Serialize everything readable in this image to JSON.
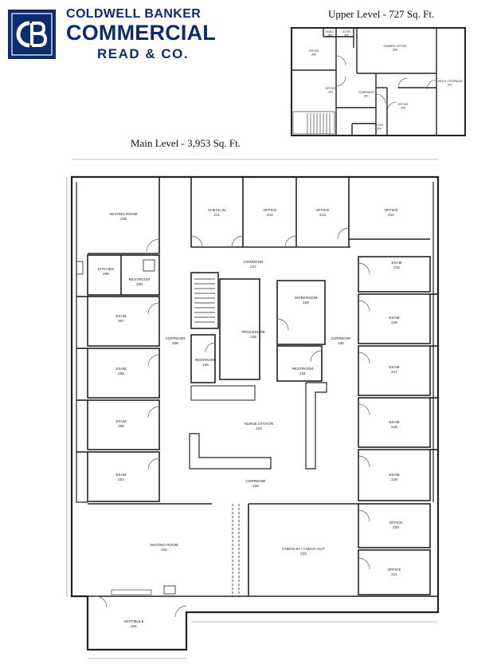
{
  "brand": {
    "line1": "COLDWELL BANKER",
    "line2": "COMMERCIAL",
    "line3": "READ & CO.",
    "colors": {
      "navy": "#0d2c6c",
      "white": "#ffffff"
    },
    "logo_icon": "cb-monogram-icon"
  },
  "upper_level": {
    "title": "Upper Level - 727 Sq. Ft.",
    "rooms": [
      {
        "name": "HVAC",
        "num": "304"
      },
      {
        "name": "STOR",
        "num": "305"
      },
      {
        "name": "OFFICE",
        "num": "302"
      },
      {
        "name": "SHARED OFFICE",
        "num": "306"
      },
      {
        "name": "OFFICE",
        "num": "303"
      },
      {
        "name": "CORRIDOR",
        "num": "301"
      },
      {
        "name": "MECH / STORAGE",
        "num": "307"
      },
      {
        "name": "OFFICE",
        "num": "308"
      },
      {
        "name": "STOR",
        "num": "309"
      }
    ]
  },
  "main_level": {
    "title": "Main Level - 3,953 Sq. Ft.",
    "rooms": [
      {
        "name": "WAITING ROOM",
        "num": "218"
      },
      {
        "name": "CHECK-IN",
        "num": "211"
      },
      {
        "name": "OFFICE",
        "num": "212"
      },
      {
        "name": "OFFICE",
        "num": "213"
      },
      {
        "name": "OFFICE",
        "num": "214"
      },
      {
        "name": "KITCHEN",
        "num": "209"
      },
      {
        "name": "RESTROOM",
        "num": "208"
      },
      {
        "name": "CORRIDOR",
        "num": "227"
      },
      {
        "name": "EXAM",
        "num": "215"
      },
      {
        "name": "WORKROOM",
        "num": "229"
      },
      {
        "name": "EXAM",
        "num": "207"
      },
      {
        "name": "EXAM",
        "num": "216"
      },
      {
        "name": "CORRIDOR",
        "num": "206"
      },
      {
        "name": "PROCEDURE",
        "num": "228"
      },
      {
        "name": "CORRIDOR",
        "num": "230"
      },
      {
        "name": "RESTROOM",
        "num": "226"
      },
      {
        "name": "EXAM",
        "num": "205"
      },
      {
        "name": "RESTROOM",
        "num": "231"
      },
      {
        "name": "EXAM",
        "num": "217"
      },
      {
        "name": "EXAM",
        "num": "209"
      },
      {
        "name": "NURSE STATION",
        "num": "224"
      },
      {
        "name": "EXAM",
        "num": "218"
      },
      {
        "name": "EXAM",
        "num": "204"
      },
      {
        "name": "EXAM",
        "num": "219"
      },
      {
        "name": "CORRIDOR",
        "num": "225"
      },
      {
        "name": "OFFICE",
        "num": "220"
      },
      {
        "name": "WAITING ROOM",
        "num": "202"
      },
      {
        "name": "CHECK-IN / CHECK-OUT",
        "num": "223"
      },
      {
        "name": "OFFICE",
        "num": "221"
      },
      {
        "name": "VESTIBULE",
        "num": "201"
      }
    ]
  }
}
